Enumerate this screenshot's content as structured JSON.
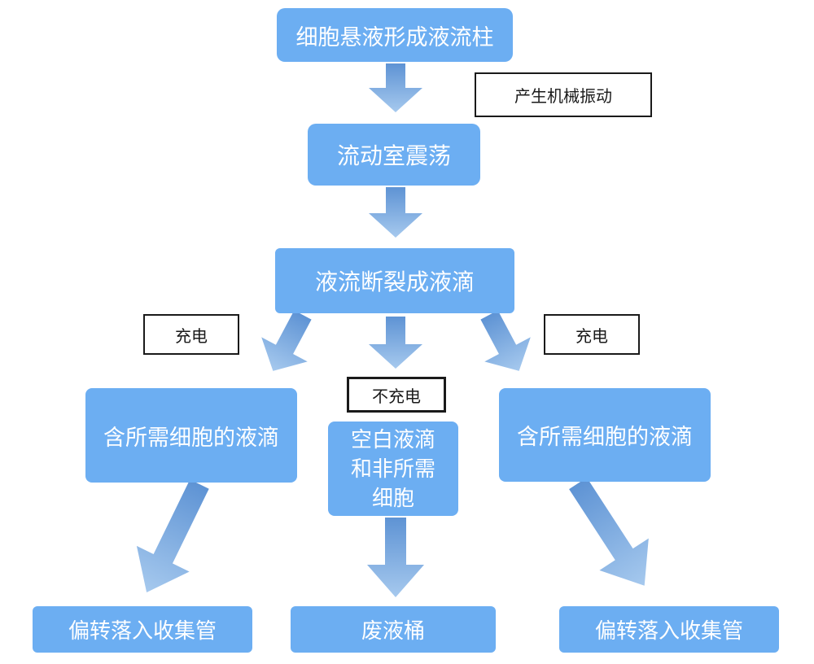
{
  "nodes": {
    "cell_stream": "细胞悬液形成液流柱",
    "flow_chamber": "流动室震荡",
    "droplet_break": "液流断裂成液滴",
    "desired_left": "含所需细胞的液滴",
    "blank_center": "空白液滴\n和非所需\n细胞",
    "desired_right": "含所需细胞的液滴",
    "collect_left": "偏转落入收集管",
    "waste": "废液桶",
    "collect_right": "偏转落入收集管"
  },
  "labels": {
    "mechanical_vibration": "产生机械振动",
    "charge_left": "充电",
    "no_charge": "不充电",
    "charge_right": "充电"
  },
  "colors": {
    "node_fill": "#6CAEF2",
    "node_text": "#FFFFFF",
    "annotation_border": "#1A1A1A",
    "annotation_text": "#1A1A1A",
    "arrow_start": "#5E93D4",
    "arrow_end": "#A6C9EE",
    "canvas_bg": "#FFFFFF"
  }
}
